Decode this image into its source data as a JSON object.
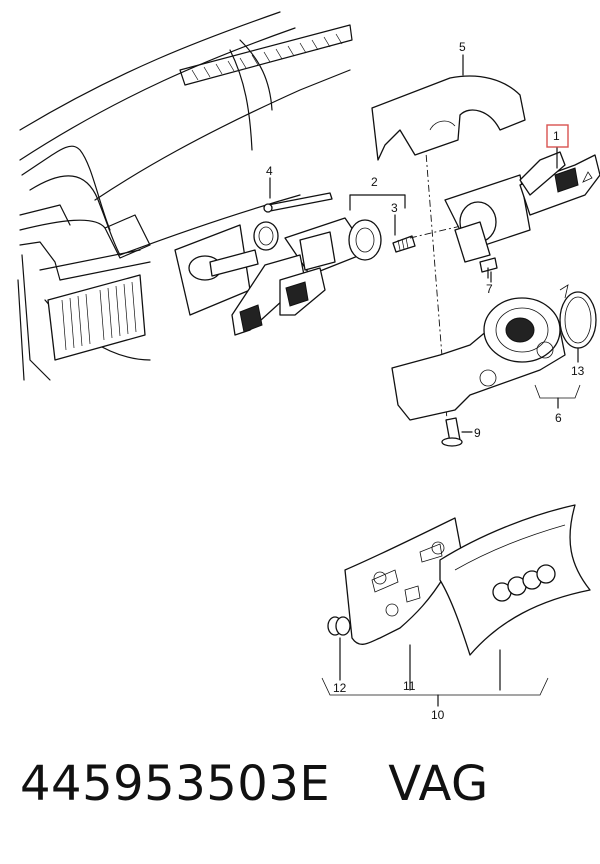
{
  "callouts": {
    "c1": "1",
    "c2": "2",
    "c3": "3",
    "c4": "4",
    "c5": "5",
    "c6": "6",
    "c7": "7",
    "c9": "9",
    "c10": "10",
    "c11": "11",
    "c12": "12",
    "c13": "13"
  },
  "footer": {
    "part_number": "445953503E",
    "brand": "VAG"
  },
  "colors": {
    "line": "#111111",
    "highlight_box": "#d9534f",
    "background": "#ffffff"
  }
}
